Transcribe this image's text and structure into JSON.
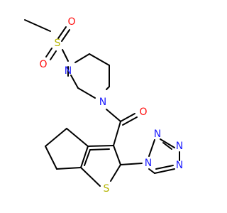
{
  "colors": {
    "carbon_bond": "#000000",
    "nitrogen": "#1a1aff",
    "oxygen": "#ff0d0d",
    "sulfur": "#b3b300",
    "background": "#ffffff"
  },
  "atoms": {
    "methyl_sulfonyl_S": "S",
    "sulfonyl_O_top": "O",
    "sulfonyl_O_bottom": "O",
    "piperazine_N_upper": "N",
    "piperazine_N_lower": "N",
    "carbonyl_O": "O",
    "thiophene_S": "S",
    "tetrazole_N1": "N",
    "tetrazole_N2": "N",
    "tetrazole_N3": "N",
    "tetrazole_N4": "N"
  }
}
